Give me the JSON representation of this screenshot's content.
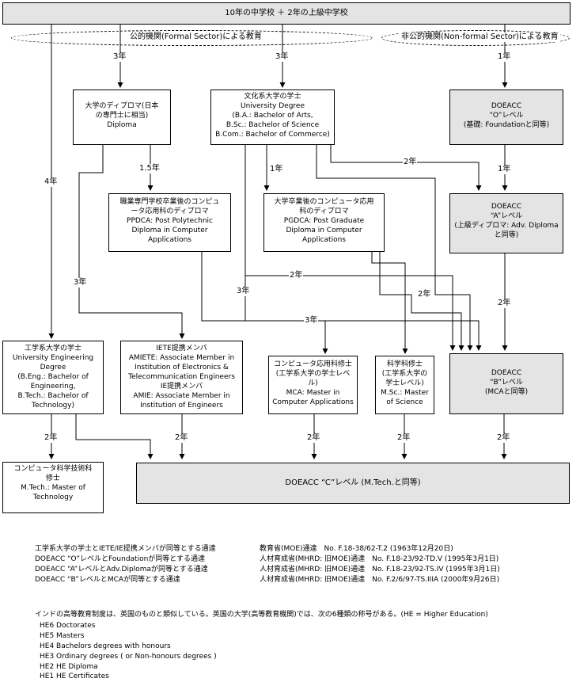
{
  "top_banner": "10年の中学校 ＋ 2年の上級中学校",
  "sectors": {
    "formal": "公的機関(Formal Sector)による教育",
    "nonformal": "非公的機関(Non-formal Sector)による教育"
  },
  "boxes": {
    "diploma": [
      "大学のディプロマ(日本",
      "の専門士に相当)",
      "Diploma"
    ],
    "arts": [
      "文化系大学の学士",
      "University Degree",
      "(B.A.: Bachelor of Arts,",
      "B.Sc.: Bachelor of Science",
      "B.Com.: Bachelor of Commerce)"
    ],
    "doeacc_o": [
      "DOEACC",
      "“O”レベル",
      "(基礎: Foundationと同等)"
    ],
    "ppdca": [
      "職業専門学校卒業後のコンピュ",
      "ータ応用科のディプロマ",
      "PPDCA: Post Polytechnic",
      "Diploma in Computer",
      "Applications"
    ],
    "pgdca": [
      "大学卒業後のコンピュータ応用",
      "科のディプロマ",
      "PGDCA: Post Graduate",
      "Diploma in Computer",
      "Applications"
    ],
    "doeacc_a": [
      "DOEACC",
      "“A”レベル",
      "(上級ディプロマ: Adv. Diploma",
      "と同等)"
    ],
    "eng": [
      "工学系大学の学士",
      "University Engineering",
      "Degree",
      "(B.Eng.: Bachelor of",
      "Engineering,",
      "B.Tech.: Bachelor of",
      "Technology)"
    ],
    "iete": [
      "IETE提携メンバ",
      "AMIETE: Associate Member in",
      "Institution of Electronics &",
      "Telecommunication Engineers",
      "IE提携メンバ",
      "AMIE: Associate Member in",
      "Institution of Engineers"
    ],
    "mca": [
      "コンピュータ応用科修士",
      "(工学系大学の学士レベ",
      "ル)",
      "MCA: Master in",
      "Computer Applications"
    ],
    "msc": [
      "科学科修士",
      "(工学系大学の",
      "学士レベル)",
      "M.Sc.: Master",
      "of Science"
    ],
    "doeacc_b": [
      "DOEACC",
      "“B”レベル",
      "(MCAと同等)"
    ],
    "mtech": [
      "コンピュータ科学技術科",
      "修士",
      "M.Tech.: Master of",
      "Technology"
    ],
    "doeacc_c": "DOEACC “C”レベル (M.Tech.と同等)"
  },
  "durations": {
    "d3a": "3年",
    "d3b": "3年",
    "d1a": "1年",
    "d4": "4年",
    "d15": "1.5年",
    "d1b": "1年",
    "d2a": "2年",
    "d1c": "1年",
    "d3c": "3年",
    "d2b": "2年",
    "d3d": "3年",
    "d2c": "2年",
    "d3e": "3年",
    "d2d": "2年",
    "d2e": "2年",
    "d2f": "2年",
    "d2g": "2年",
    "d2h": "2年",
    "d2i": "2年"
  },
  "notes": [
    {
      "left": "工学系大学の学士とIETE/IE提携メンバが同等とする通達",
      "right": "教育省(MOE)通達　No. F.18-38/62-T.2 (1963年12月20日)"
    },
    {
      "left": "DOEACC “O”レベルとFoundationが同等とする通達",
      "right": "人材育成省(MHRD: 旧MOE)通達　No. F.18-23/92-TD.V (1995年3月1日)"
    },
    {
      "left": "DOEACC “A”レベルとAdv.Diplomaが同等とする通達",
      "right": "人材育成省(MHRD: 旧MOE)通達　No. F.18-23/92-TS.IV (1995年3月1日)"
    },
    {
      "left": "DOEACC “B”レベルとMCAが同等とする通達",
      "right": "人材育成省(MHRD: 旧MOE)通達　No. F.2/6/97-TS.IIIA (2000年9月26日)"
    }
  ],
  "footer": {
    "intro": "インドの高等教育制度は、英国のものと類似している。英国の大学(高等教育機関)では、次の6種類の称号がある。(HE = Higher Education)",
    "levels": [
      "HE6  Doctorates",
      "HE5  Masters",
      "HE4  Bachelors degrees with honours",
      "HE3  Ordinary degrees ( or Non-honours degrees )",
      "HE2  HE Diploma",
      "HE1  HE Certificates"
    ]
  }
}
